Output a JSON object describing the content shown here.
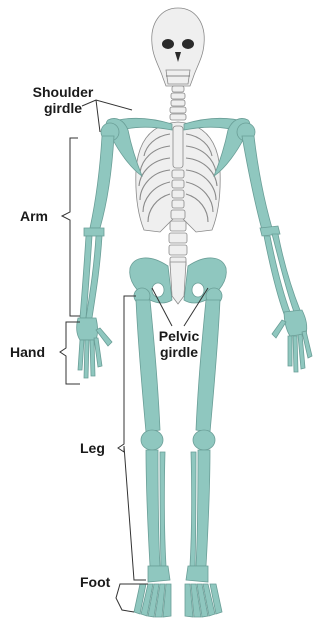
{
  "labels": {
    "shoulder_line1": "Shoulder",
    "shoulder_line2": "girdle",
    "arm": "Arm",
    "hand": "Hand",
    "pelvic_line1": "Pelvic",
    "pelvic_line2": "girdle",
    "leg": "Leg",
    "foot": "Foot"
  },
  "colors": {
    "appendicular_bone": "#8fc7bf",
    "axial_bone": "#efefef",
    "outline": "#7a7a7a",
    "leader_line": "#333333",
    "label_text": "#1a1a1a"
  }
}
